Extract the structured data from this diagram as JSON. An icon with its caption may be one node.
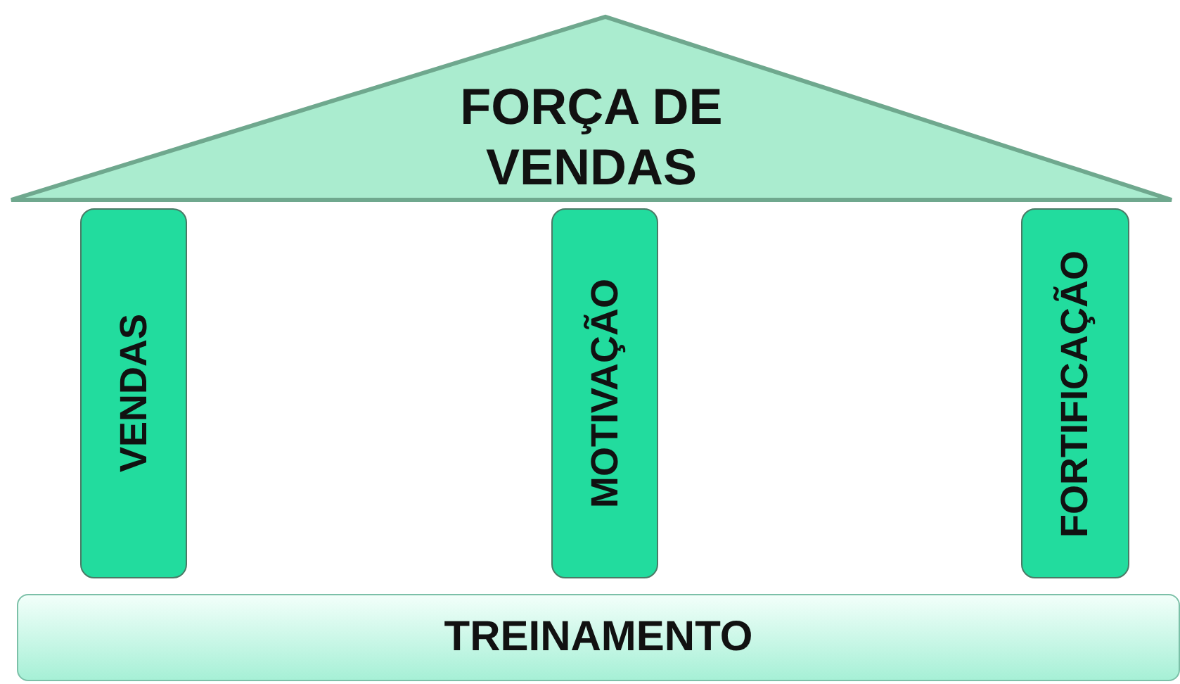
{
  "diagram": {
    "nodes": [
      {
        "text": [
          "FORÇA DE VENDAS"
        ]
      },
      {
        "text": [
          "VENDAS"
        ]
      },
      {
        "text": [
          "MOTIVAÇÃO"
        ]
      },
      {
        "text": [
          "FORTIFICAÇÃO"
        ]
      },
      {
        "text": [
          "TREINAMENTO"
        ]
      }
    ],
    "edges": []
  }
}
